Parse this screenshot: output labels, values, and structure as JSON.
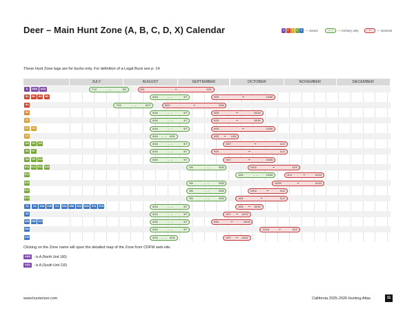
{
  "page": {
    "title": "Deer – Main Hunt Zone (A, B, C, D, X) Calendar",
    "legend": {
      "zones_letters": [
        "A",
        "B",
        "C",
        "D",
        "X"
      ],
      "zones_label": "— Zones",
      "archery_label": "— Archery only",
      "general_label": "— General",
      "archery_glyph": "←→",
      "general_glyph": "━"
    },
    "note": "These Hunt Zone tags are for bucks only. For definition of a Legal Buck see p. 14",
    "months": [
      "JULY",
      "AUGUST",
      "SEPTEMBER",
      "OCTOBER",
      "NOVEMBER",
      "DECEMBER"
    ],
    "rows": [
      {
        "zones": [
          {
            "label": "A",
            "c": "purple"
          },
          {
            "label": "A(N)",
            "c": "purple"
          },
          {
            "label": "A(S)",
            "c": "purple"
          }
        ],
        "seasons": [
          {
            "type": "archery",
            "start": "7/12",
            "end": "8/3"
          },
          {
            "type": "general",
            "start": "8/9",
            "end": "9/21"
          }
        ]
      },
      {
        "zones": [
          {
            "label": "B1",
            "c": "red"
          },
          {
            "label": "B2",
            "c": "red"
          },
          {
            "label": "B3",
            "c": "red"
          },
          {
            "label": "B5",
            "c": "red"
          }
        ],
        "seasons": [
          {
            "type": "archery",
            "start": "8/16",
            "end": "9/7"
          },
          {
            "type": "general",
            "start": "9/20",
            "end": "10/26"
          }
        ]
      },
      {
        "zones": [
          {
            "label": "B4",
            "c": "red"
          }
        ],
        "seasons": [
          {
            "type": "archery",
            "start": "7/26",
            "end": "8/17"
          },
          {
            "type": "general",
            "start": "8/23",
            "end": "9/28"
          }
        ]
      },
      {
        "zones": [
          {
            "label": "B6",
            "c": "orange"
          }
        ],
        "seasons": [
          {
            "type": "archery",
            "start": "8/16",
            "end": "9/7"
          },
          {
            "type": "general",
            "start": "9/20",
            "end": "10/19"
          }
        ]
      },
      {
        "zones": [
          {
            "label": "C1",
            "c": "yellow"
          }
        ],
        "seasons": [
          {
            "type": "archery",
            "start": "8/16",
            "end": "9/7"
          },
          {
            "type": "general",
            "start": "9/20",
            "end": "10/19"
          }
        ]
      },
      {
        "zones": [
          {
            "label": "C2",
            "c": "yellow"
          },
          {
            "label": "C3",
            "c": "yellow"
          }
        ],
        "seasons": [
          {
            "type": "archery",
            "start": "8/16",
            "end": "9/7"
          },
          {
            "type": "general",
            "start": "9/20",
            "end": "10/26"
          }
        ]
      },
      {
        "zones": [
          {
            "label": "C4",
            "c": "yellow"
          }
        ],
        "seasons": [
          {
            "type": "archery",
            "start": "8/16",
            "end": "8/31"
          },
          {
            "type": "general",
            "start": "9/20",
            "end": "10/5"
          }
        ]
      },
      {
        "zones": [
          {
            "label": "D3",
            "c": "lgreen"
          },
          {
            "label": "D4",
            "c": "lgreen"
          },
          {
            "label": "D5",
            "c": "lgreen"
          }
        ],
        "seasons": [
          {
            "type": "archery",
            "start": "8/16",
            "end": "9/7"
          },
          {
            "type": "general",
            "start": "9/27",
            "end": "11/2"
          }
        ]
      },
      {
        "zones": [
          {
            "label": "D6",
            "c": "lgreen"
          },
          {
            "label": "D7",
            "c": "lgreen"
          }
        ],
        "seasons": [
          {
            "type": "archery",
            "start": "8/16",
            "end": "9/7"
          },
          {
            "type": "general",
            "start": "9/20",
            "end": "11/2"
          }
        ]
      },
      {
        "zones": [
          {
            "label": "D8",
            "c": "lgreen"
          },
          {
            "label": "D9",
            "c": "lgreen"
          },
          {
            "label": "D10",
            "c": "lgreen"
          }
        ],
        "seasons": [
          {
            "type": "archery",
            "start": "8/16",
            "end": "9/7"
          },
          {
            "type": "general",
            "start": "9/27",
            "end": "10/26"
          }
        ]
      },
      {
        "zones": [
          {
            "label": "D11",
            "c": "lgreen"
          },
          {
            "label": "D12",
            "c": "lgreen"
          },
          {
            "label": "D14",
            "c": "lgreen"
          },
          {
            "label": "D15",
            "c": "lgreen"
          }
        ],
        "seasons": [
          {
            "type": "archery",
            "start": "9/6",
            "end": "9/28"
          },
          {
            "type": "general",
            "start": "10/11",
            "end": "11/9"
          }
        ]
      },
      {
        "zones": [
          {
            "label": "D13",
            "c": "lgreen"
          }
        ],
        "seasons": [
          {
            "type": "archery",
            "start": "10/4",
            "end": "10/26"
          },
          {
            "type": "general",
            "start": "11/1",
            "end": "11/23"
          }
        ]
      },
      {
        "zones": [
          {
            "label": "D16",
            "c": "lgreen"
          }
        ],
        "seasons": [
          {
            "type": "archery",
            "start": "9/6",
            "end": "9/28"
          },
          {
            "type": "general",
            "start": "10/25",
            "end": "11/23"
          }
        ]
      },
      {
        "zones": [
          {
            "label": "D17",
            "c": "lgreen"
          }
        ],
        "seasons": [
          {
            "type": "archery",
            "start": "9/6",
            "end": "9/28"
          },
          {
            "type": "general",
            "start": "10/11",
            "end": "11/2"
          }
        ]
      },
      {
        "zones": [
          {
            "label": "D19",
            "c": "lgreen"
          }
        ],
        "seasons": [
          {
            "type": "archery",
            "start": "9/6",
            "end": "9/28"
          },
          {
            "type": "general",
            "start": "10/4",
            "end": "11/2"
          }
        ]
      },
      {
        "zones": [
          {
            "label": "X1",
            "c": "blue"
          },
          {
            "label": "X2",
            "c": "blue"
          },
          {
            "label": "X3a",
            "c": "blue"
          },
          {
            "label": "X3b",
            "c": "blue"
          },
          {
            "label": "X4",
            "c": "blue"
          },
          {
            "label": "X5a",
            "c": "blue"
          },
          {
            "label": "X5b",
            "c": "blue"
          },
          {
            "label": "X6a",
            "c": "blue"
          },
          {
            "label": "X6b",
            "c": "blue"
          },
          {
            "label": "X7a",
            "c": "blue"
          },
          {
            "label": "X7b",
            "c": "blue"
          }
        ],
        "seasons": [
          {
            "type": "archery",
            "start": "8/16",
            "end": "9/7"
          },
          {
            "type": "general",
            "start": "10/4",
            "end": "10/19"
          }
        ]
      },
      {
        "zones": [
          {
            "label": "X8",
            "c": "blue"
          }
        ],
        "seasons": [
          {
            "type": "archery",
            "start": "8/16",
            "end": "9/7"
          },
          {
            "type": "general",
            "start": "9/27",
            "end": "10/12"
          }
        ]
      },
      {
        "zones": [
          {
            "label": "X9a",
            "c": "blue"
          },
          {
            "label": "X9b",
            "c": "blue"
          },
          {
            "label": "X12",
            "c": "blue"
          }
        ],
        "seasons": [
          {
            "type": "archery",
            "start": "8/16",
            "end": "9/7"
          },
          {
            "type": "general",
            "start": "9/20",
            "end": "10/13"
          }
        ]
      },
      {
        "zones": [
          {
            "label": "X9c",
            "c": "blue"
          }
        ],
        "seasons": [
          {
            "type": "archery",
            "start": "8/16",
            "end": "9/7"
          },
          {
            "type": "general",
            "start": "10/18",
            "end": "11/9"
          }
        ]
      },
      {
        "zones": [
          {
            "label": "X10",
            "c": "blue"
          }
        ],
        "seasons": [
          {
            "type": "archery",
            "start": "8/16",
            "end": "8/31"
          },
          {
            "type": "general",
            "start": "9/27",
            "end": "10/12"
          }
        ]
      }
    ],
    "footnote": "Clicking on the Zone name will open the detailed map of the Zone from CDFW web-site.",
    "sub_zones": [
      {
        "label": "A(N)",
        "text": "- is A (North Unit 160)"
      },
      {
        "label": "A(S)",
        "text": "- is A (South Unit 110)"
      }
    ],
    "site": "www.hunterizer.com",
    "atlas": "California 2025-2026 Hunting Atlas",
    "page_number": "11"
  }
}
